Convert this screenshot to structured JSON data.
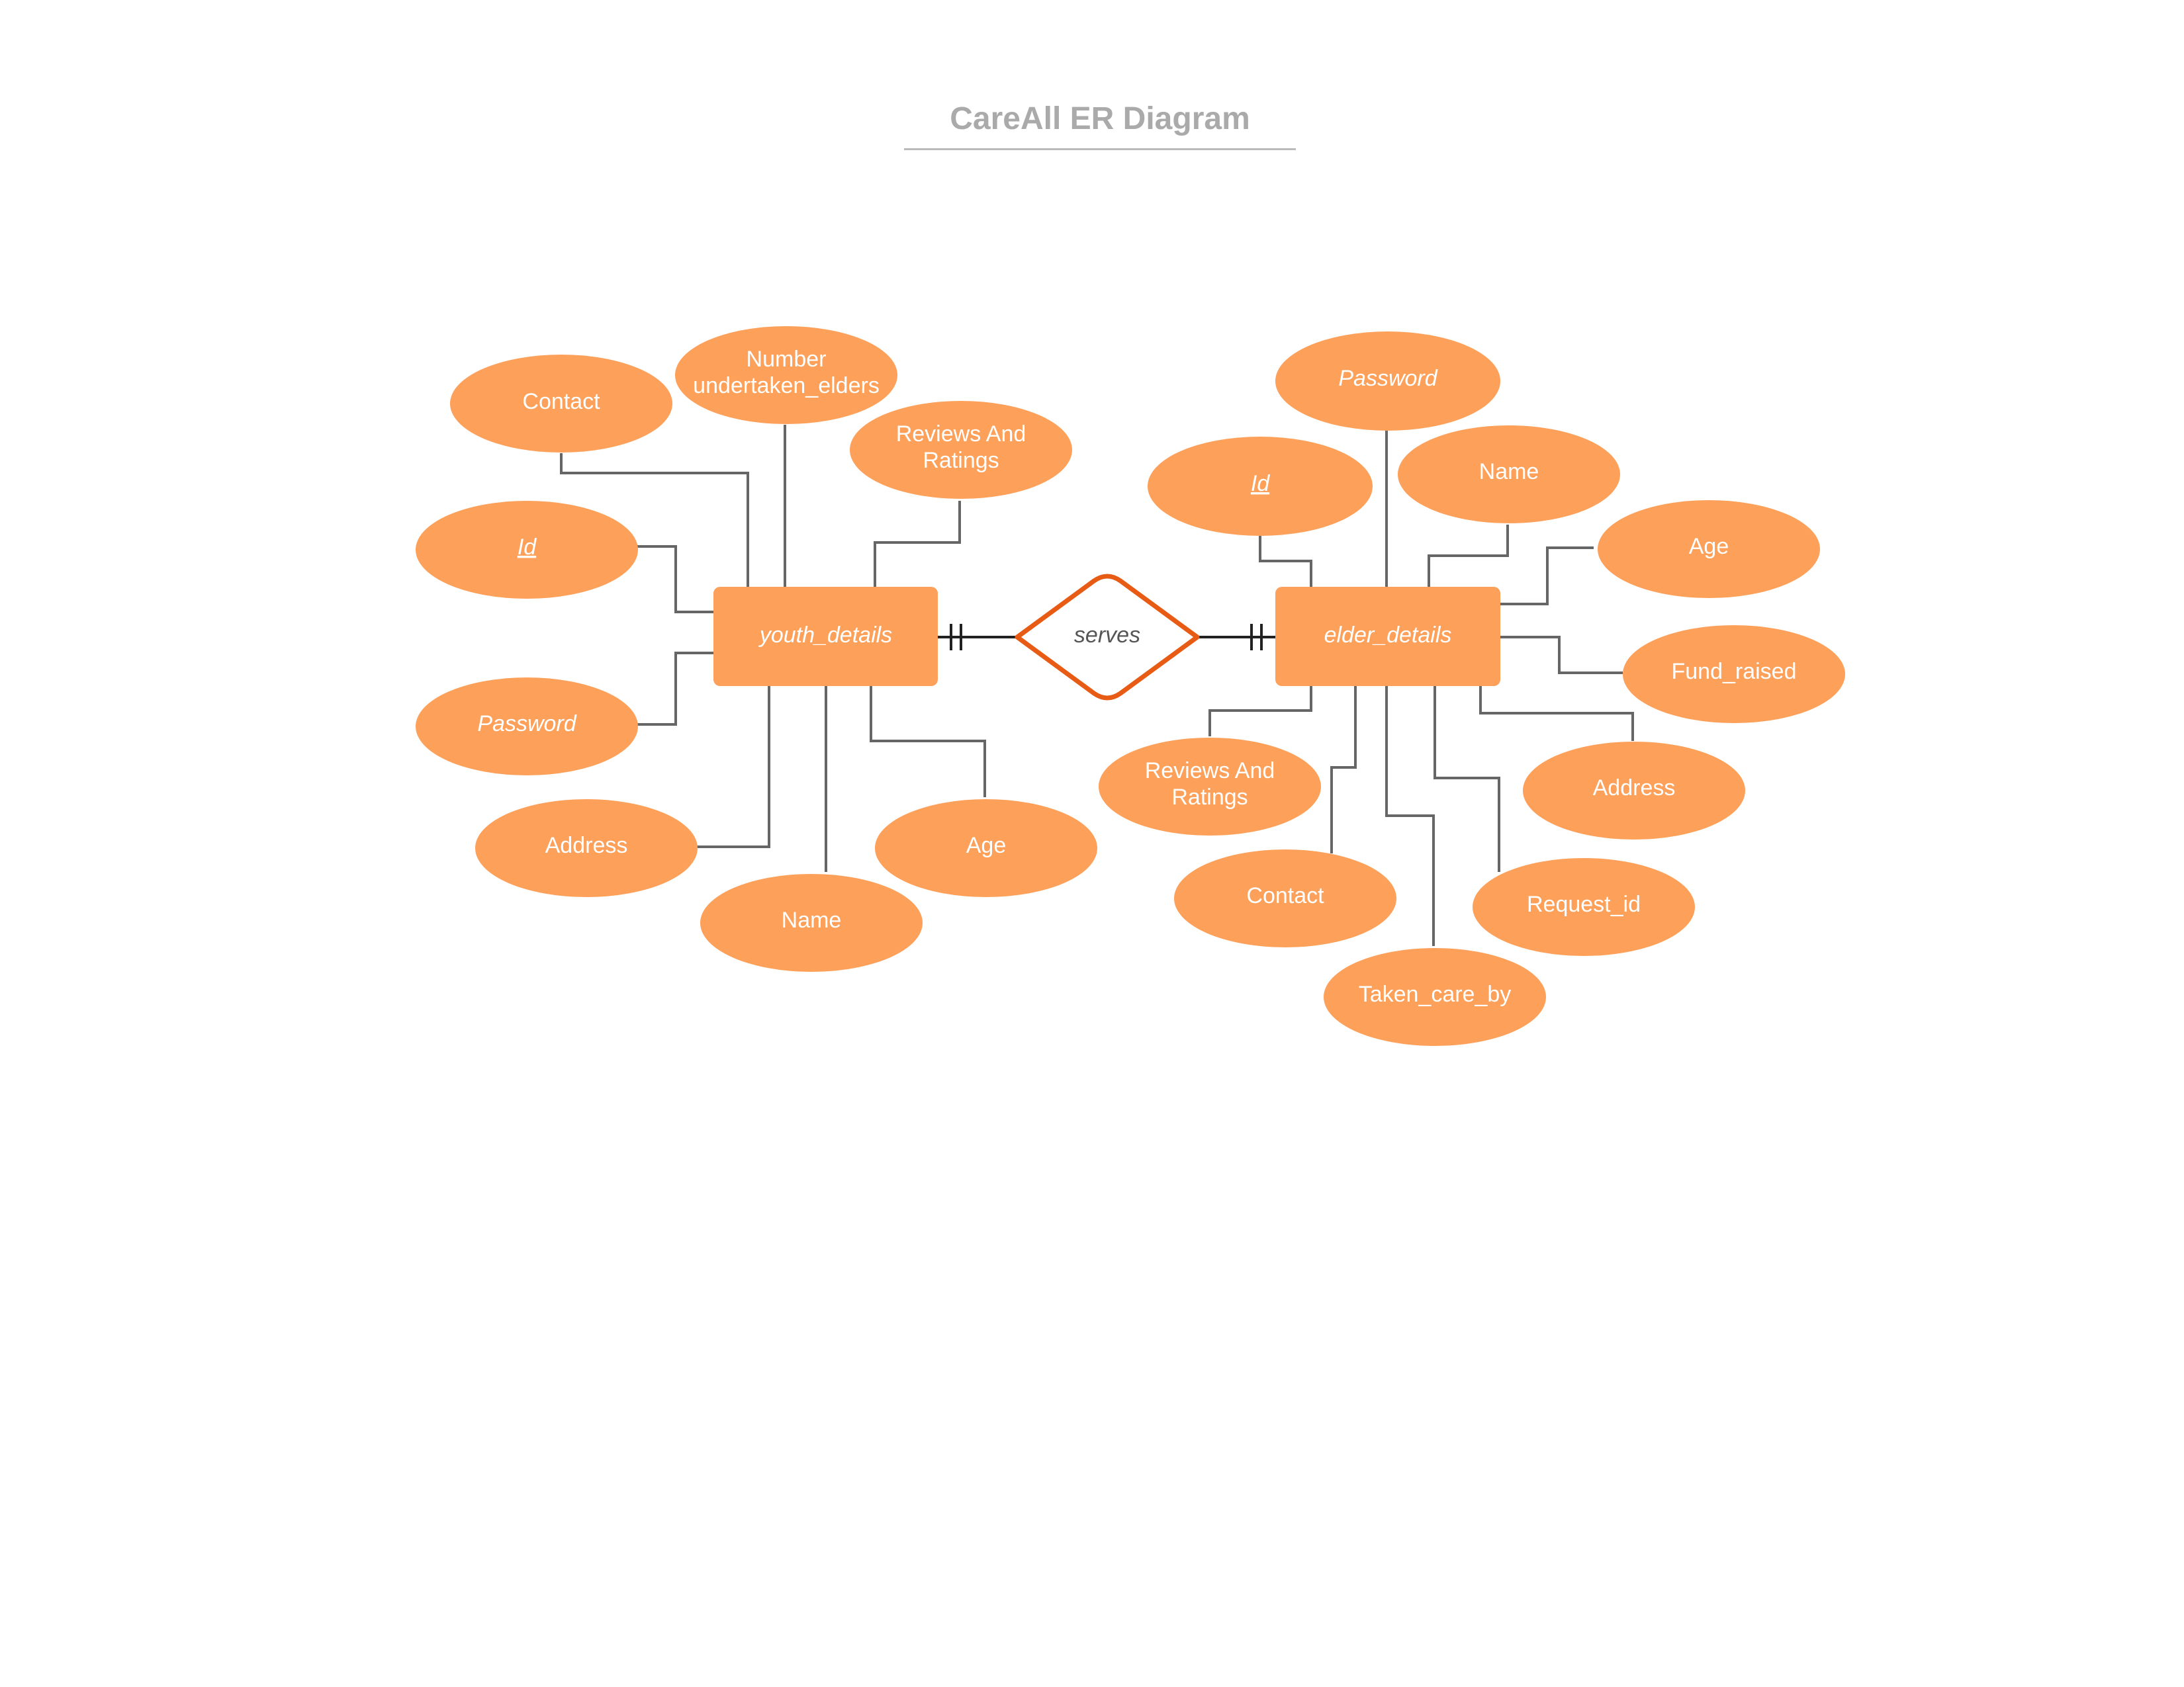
{
  "title": "CareAll ER Diagram",
  "entities": {
    "youth": "youth_details",
    "elder": "elder_details"
  },
  "relationship": "serves",
  "youth_attributes": {
    "contact": "Contact",
    "number_line1": "Number",
    "number_line2": "undertaken_elders",
    "reviews_line1": "Reviews And",
    "reviews_line2": "Ratings",
    "id": "Id",
    "password": "Password",
    "address": "Address",
    "name": "Name",
    "age": "Age"
  },
  "elder_attributes": {
    "password": "Password",
    "id": "Id",
    "name": "Name",
    "age": "Age",
    "fund_raised": "Fund_raised",
    "address": "Address",
    "reviews_line1": "Reviews And",
    "reviews_line2": "Ratings",
    "contact": "Contact",
    "request_id": "Request_id",
    "taken_care_by": "Taken_care_by"
  },
  "colors": {
    "attribute_fill": "#fda05a",
    "relationship_stroke": "#e85b14",
    "connector": "#666666",
    "title": "#aaaaaa"
  }
}
